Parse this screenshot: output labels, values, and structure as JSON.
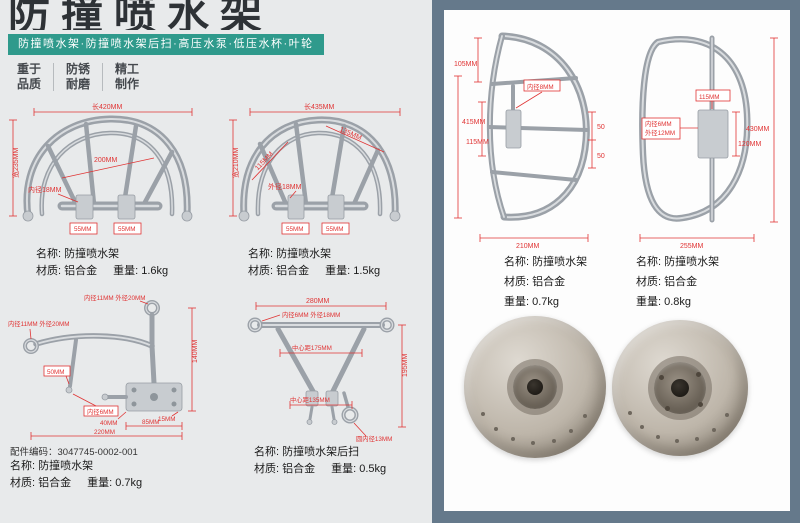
{
  "header": {
    "title": "防撞喷水架",
    "banner": "防撞喷水架·防撞喷水架后扫·高压水泵·低压水杯·叶轮",
    "features": [
      {
        "top": "重于",
        "bottom": "品质"
      },
      {
        "top": "防锈",
        "bottom": "耐磨"
      },
      {
        "top": "精工",
        "bottom": "制作"
      }
    ]
  },
  "labels": {
    "name": "名称:",
    "material": "材质:",
    "weight": "重量:",
    "part_code": "配件编码："
  },
  "frame1": {
    "name": "防撞喷水架",
    "material": "铝合金",
    "weight": "1.6kg",
    "dims": {
      "length": "长420MM",
      "width": "宽235MM",
      "span": "200MM",
      "inner": "内径18MM",
      "block_left": "55MM",
      "block_right": "55MM"
    }
  },
  "frame2": {
    "name": "防撞喷水架",
    "material": "铝合金",
    "weight": "1.5kg",
    "dims": {
      "length": "长435MM",
      "width": "宽210MM",
      "arc_right": "135MM",
      "arc_left": "115MM",
      "outer": "外径18MM",
      "block_left": "55MM",
      "block_right": "55MM"
    }
  },
  "frame3": {
    "part_code": "3047745-0002-001",
    "name": "防撞喷水架",
    "material": "铝合金",
    "weight": "0.7kg",
    "dims": {
      "ring_top": "内径11MM 外径20MM",
      "ring_left": "内径11MM 外径20MM",
      "height": "140MM",
      "nozzle": "50MM",
      "inner6": "内径6MM",
      "offset40": "40MM",
      "offset15": "15MM",
      "plate": "85MM",
      "total": "220MM"
    }
  },
  "frame4": {
    "name": "防撞喷水架后扫",
    "material": "铝合金",
    "weight": "0.5kg",
    "dims": {
      "top": "280MM",
      "ring": "内径6MM 外径18MM",
      "center_top": "中心距175MM",
      "height": "195MM",
      "center_bottom": "中心距135MM",
      "circle": "圆内径13MM"
    }
  },
  "frame5": {
    "name": "防撞喷水架",
    "material": "铝合金",
    "weight": "0.7kg",
    "dims": {
      "top": "105MM",
      "height": "415MM",
      "mid": "115MM",
      "inner8": "内径8MM",
      "gap_upper": "50",
      "gap_lower": "50",
      "bottom": "210MM"
    }
  },
  "frame6": {
    "name": "防撞喷水架",
    "material": "铝合金",
    "weight": "0.8kg",
    "dims": {
      "height": "430MM",
      "mid": "115MM",
      "block": "120MM",
      "inner": "内径6MM",
      "outer": "外径12MM",
      "bottom": "255MM"
    }
  }
}
